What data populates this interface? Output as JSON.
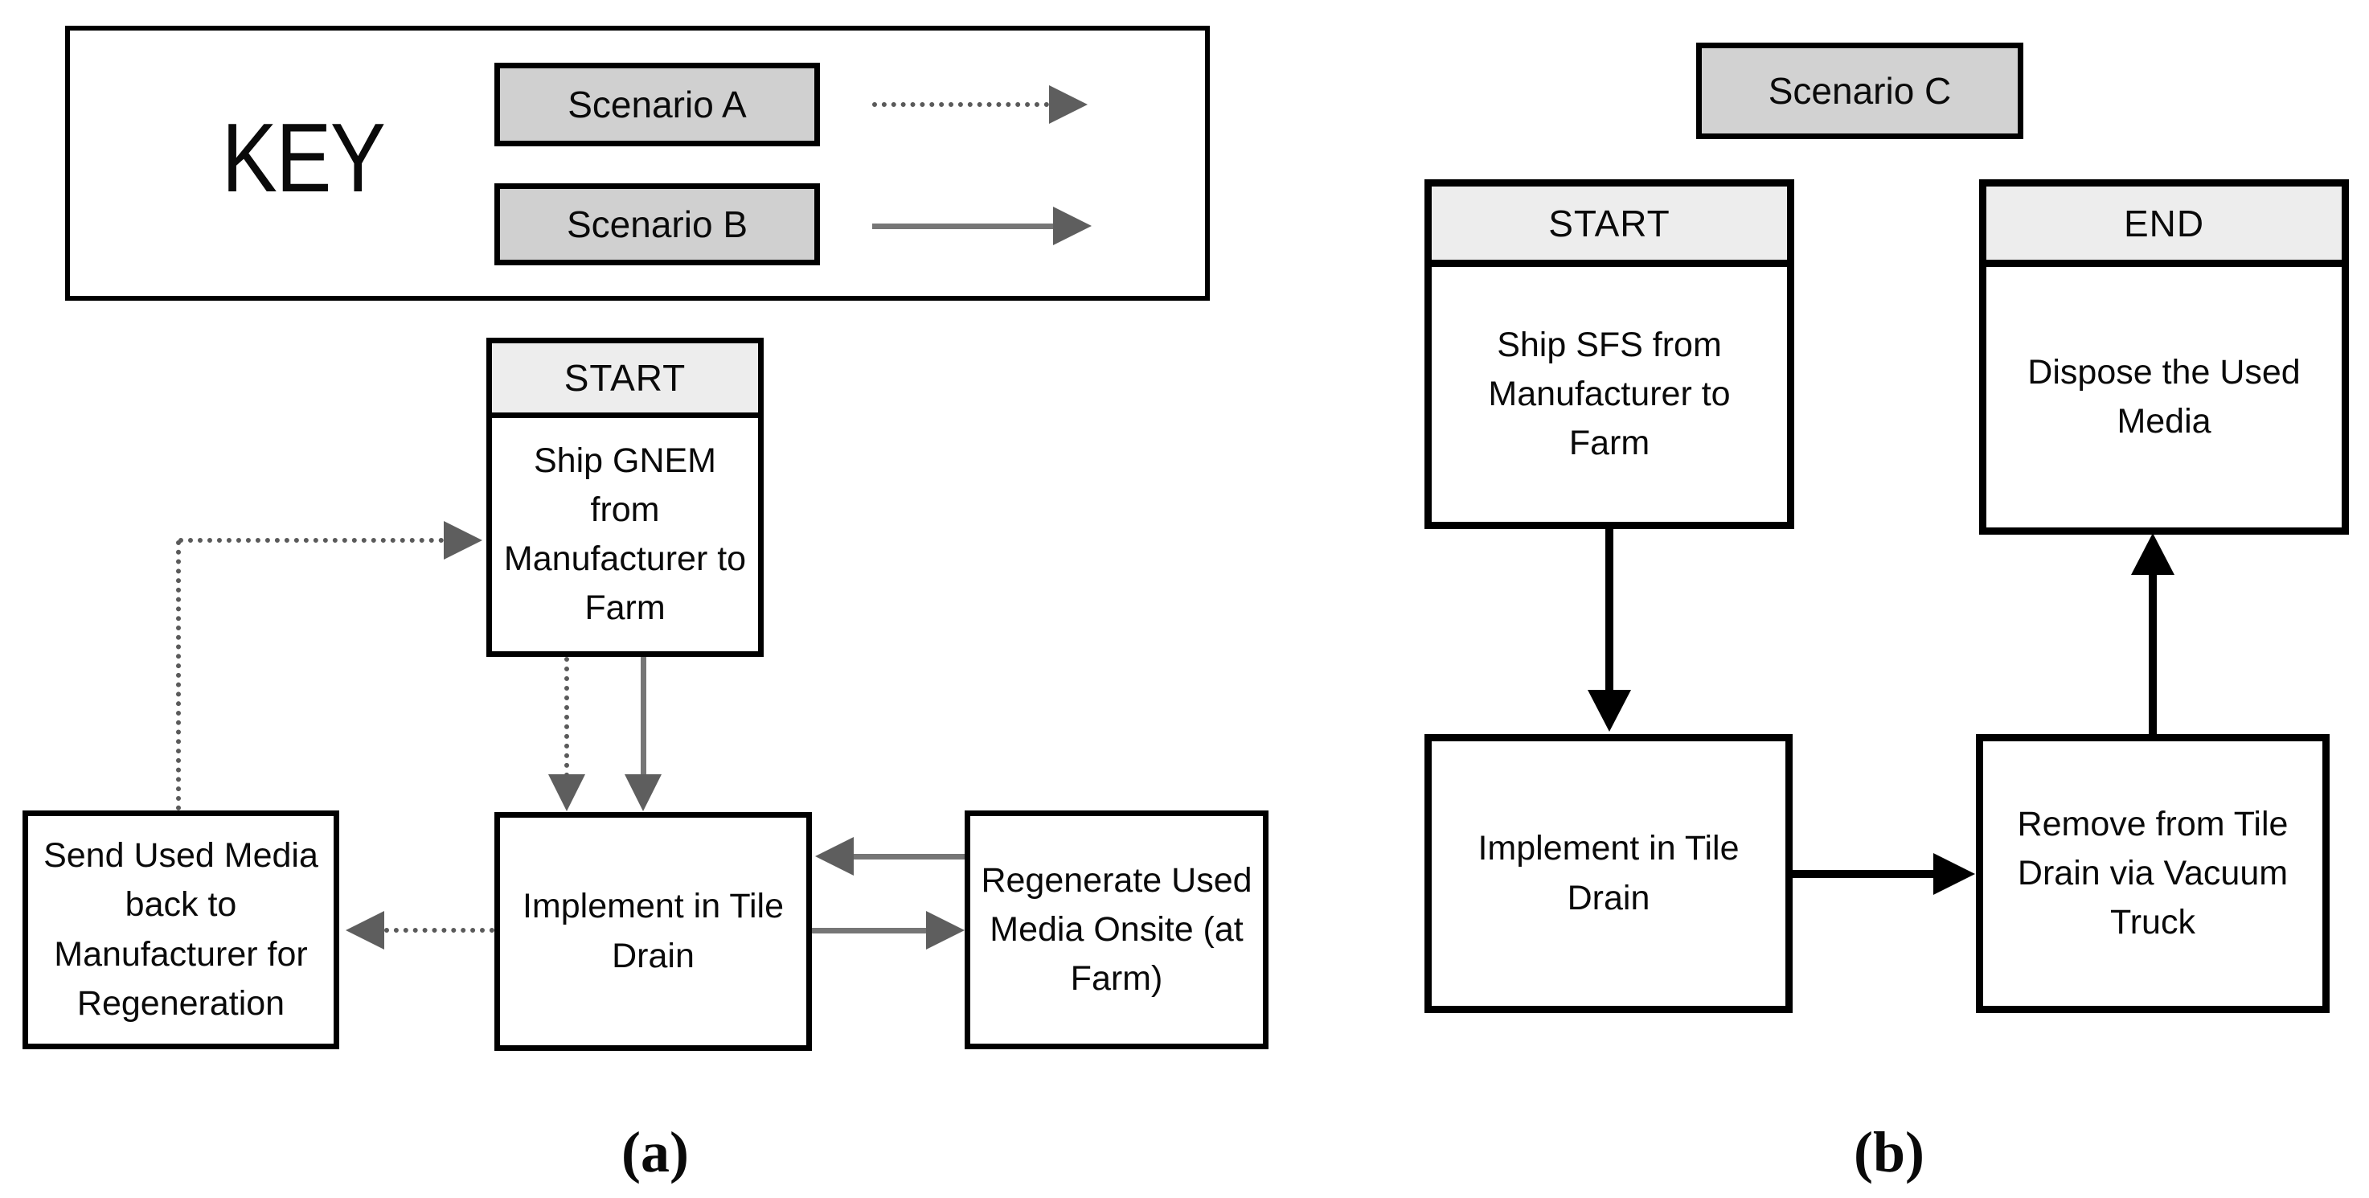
{
  "colors": {
    "background": "#ffffff",
    "box_border": "#000000",
    "legend_chip_fill": "#d0d0d0",
    "scenario_c_fill": "#d2d2d2",
    "header_fill": "#ededed",
    "gray_arrow_line": "#767676",
    "gray_arrowhead": "#5e5e5e",
    "dotted_line": "#5a5a5a",
    "black_arrow": "#000000"
  },
  "key": {
    "title": "KEY",
    "entries": [
      {
        "label": "Scenario A",
        "line_style": "dotted"
      },
      {
        "label": "Scenario B",
        "line_style": "solid"
      }
    ]
  },
  "panel_a": {
    "caption": "(a)",
    "start": {
      "header": "START",
      "body": "Ship GNEM from\nManufacturer to\nFarm"
    },
    "send": "Send Used Media\nback to\nManufacturer for\nRegeneration",
    "implement": "Implement in Tile\nDrain",
    "regenerate": "Regenerate Used\nMedia Onsite (at\nFarm)"
  },
  "panel_b": {
    "caption": "(b)",
    "scenario_label": "Scenario C",
    "start": {
      "header": "START",
      "body": "Ship SFS from\nManufacturer to\nFarm"
    },
    "end": {
      "header": "END",
      "body": "Dispose the Used\nMedia"
    },
    "implement": "Implement in Tile\nDrain",
    "remove": "Remove from Tile\nDrain via Vacuum\nTruck"
  }
}
